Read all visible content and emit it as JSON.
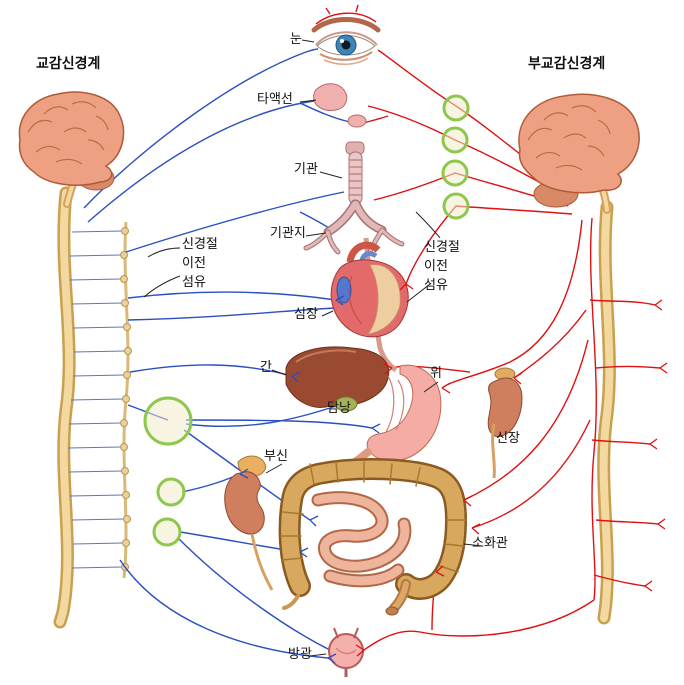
{
  "titles": {
    "sympathetic": "교감신경계",
    "parasympathetic": "부교감신경계"
  },
  "labels": {
    "eye": "눈",
    "salivary_gland": "타액선",
    "trachea": "기관",
    "bronchi": "기관지",
    "preganglionic_left": {
      "line1": "신경절",
      "line2": "이전",
      "line3": "섬유"
    },
    "preganglionic_right": {
      "line1": "신경절",
      "line2": "이전",
      "line3": "섬유"
    },
    "heart": "심장",
    "liver": "간",
    "stomach": "위",
    "gallbladder": "담낭",
    "kidney": "신장",
    "adrenal_gland": "부신",
    "digestive_tract": "소화관",
    "bladder": "방광"
  },
  "colors": {
    "sympathetic_nerve": "#2a4fc0",
    "parasympathetic_nerve": "#e01010",
    "ganglion_ring": "#8ec74e",
    "brain_fill": "#eda182",
    "spinal_cord_fill": "#f3d9a0"
  }
}
